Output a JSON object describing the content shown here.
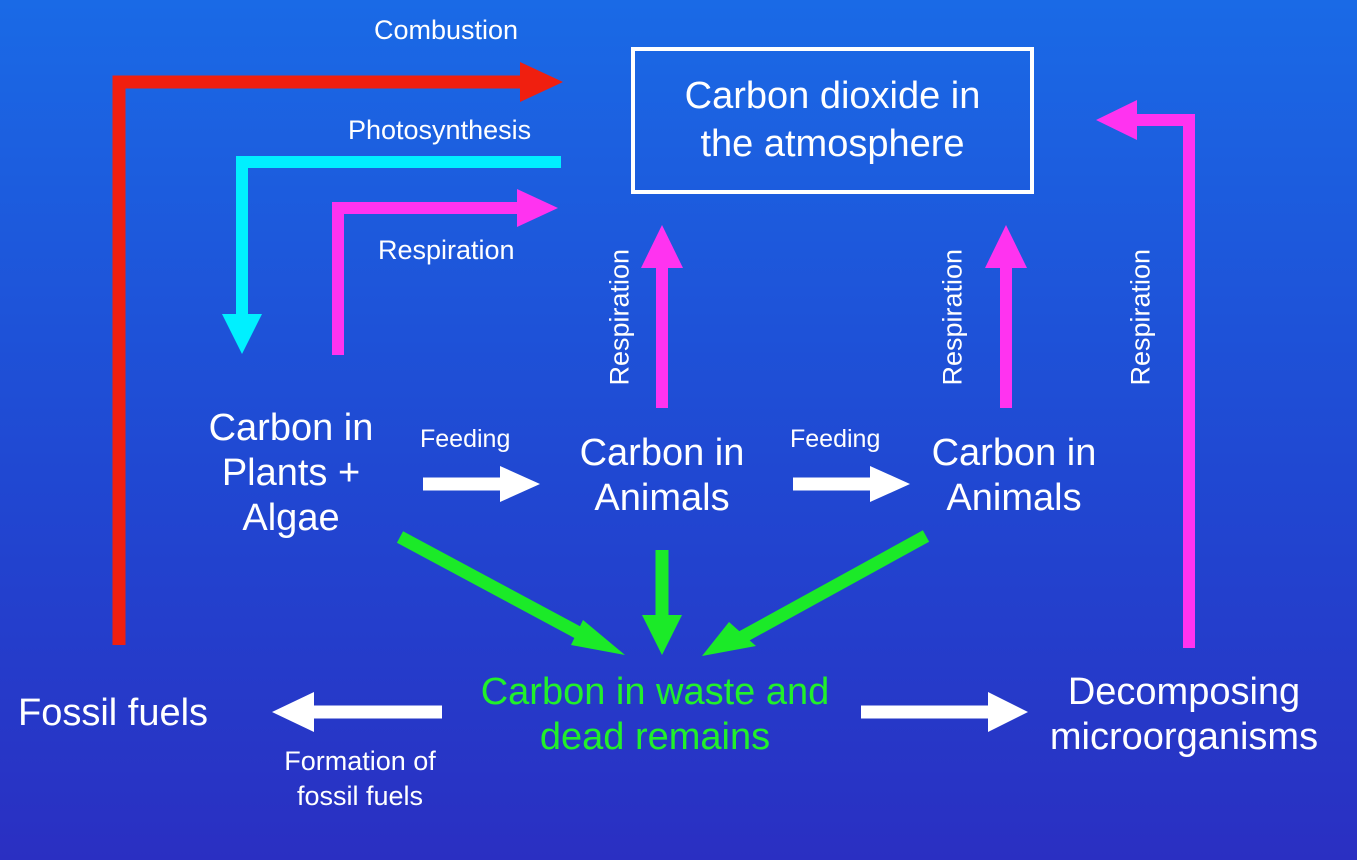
{
  "nodes": {
    "co2": [
      "Carbon dioxide in",
      "the atmosphere"
    ],
    "plants": [
      "Carbon in",
      "Plants +",
      "Algae"
    ],
    "animals1": [
      "Carbon in",
      "Animals"
    ],
    "animals2": [
      "Carbon in",
      "Animals"
    ],
    "waste": [
      "Carbon in waste and",
      "dead remains"
    ],
    "fossil": "Fossil fuels",
    "decomposers": [
      "Decomposing",
      "microorganisms"
    ]
  },
  "labels": {
    "combustion": "Combustion",
    "photosynthesis": "Photosynthesis",
    "respiration_plants": "Respiration",
    "respiration_animals1": "Respiration",
    "respiration_animals2": "Respiration",
    "respiration_decomposers": "Respiration",
    "feeding1": "Feeding",
    "feeding2": "Feeding",
    "formation": [
      "Formation of",
      "fossil fuels"
    ]
  },
  "colors": {
    "combustion": "#f01f0f",
    "photosynthesis": "#00f0ff",
    "respiration": "#ff33f0",
    "decay": "#1bea28",
    "flow": "#ffffff"
  }
}
